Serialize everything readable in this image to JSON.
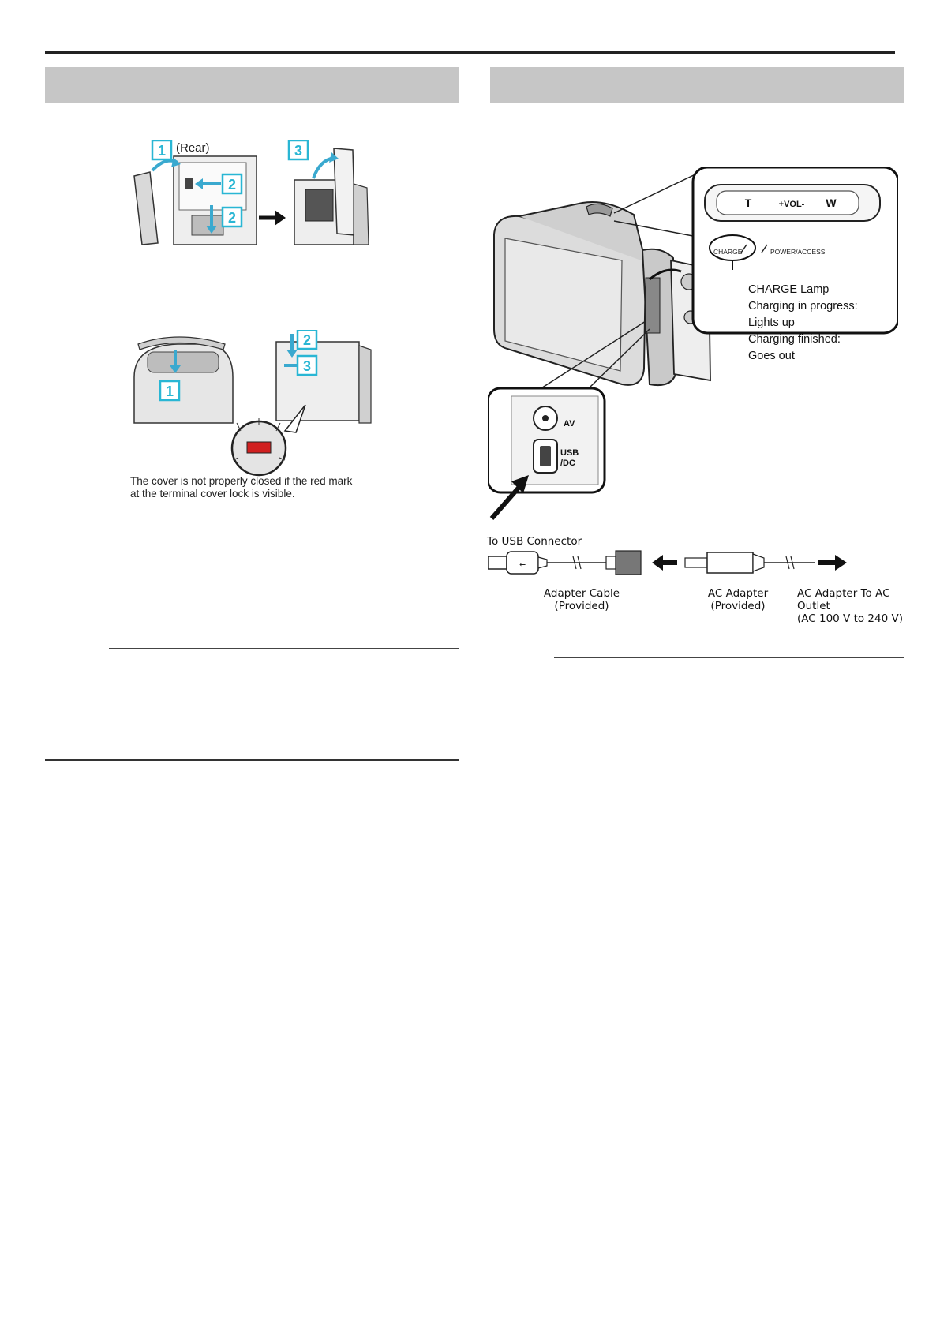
{
  "left_figures": {
    "open_cover": {
      "rear_label": "(Rear)",
      "step1": "1",
      "step2": "2",
      "step3": "3"
    },
    "close_cover": {
      "step1": "1",
      "step2": "2",
      "step3": "3",
      "caption_line1": "The cover is not properly closed if the red mark",
      "caption_line2": "at the terminal cover lock is visible."
    }
  },
  "right_figure": {
    "zoom_top": {
      "t_label": "T",
      "vol_label": "+VOL-",
      "w_label": "W",
      "charge_label": "CHARGE",
      "power_label": "POWER/ACCESS"
    },
    "lamp": {
      "line1": "CHARGE Lamp",
      "line2": "Charging in progress:",
      "line3": "Lights up",
      "line4": "Charging finished:",
      "line5": "Goes out"
    },
    "zoom_bottom": {
      "av_label": "AV",
      "usb_label1": "USB",
      "usb_label2": "/DC"
    },
    "to_usb": "To USB Connector",
    "adapter_cable": "Adapter Cable",
    "adapter_cable_note": "(Provided)",
    "ac_adapter": "AC Adapter",
    "ac_adapter_note": "(Provided)",
    "to_outlet_line1": "AC Adapter To AC",
    "to_outlet_line2": "Outlet",
    "to_outlet_line3": "(AC 100 V to 240 V)"
  },
  "colors": {
    "step_box": "#29b6d4",
    "step_box_fill": "#ffffff",
    "arrow_blue": "#3aa9cf",
    "section_header": "#c6c6c6",
    "lock_red": "#d02020"
  }
}
